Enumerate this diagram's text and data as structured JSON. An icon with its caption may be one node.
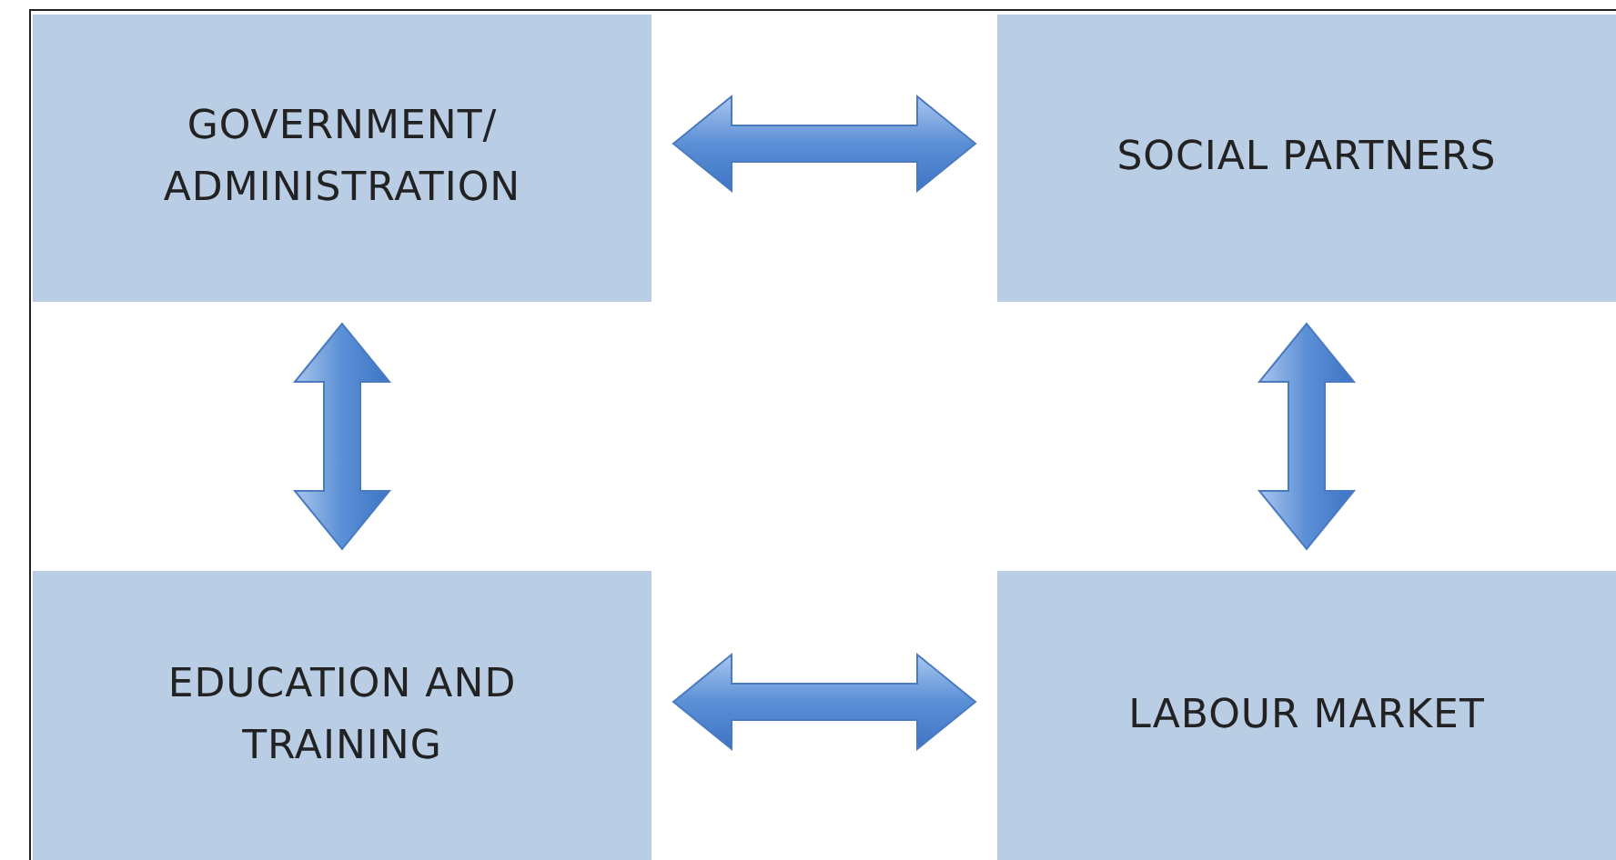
{
  "diagram": {
    "nodes": [
      {
        "text": [
          "GOVERNMENT/ ADMINISTRATION"
        ]
      },
      {
        "text": [
          "SOCIAL PARTNERS"
        ]
      },
      {
        "text": [
          "EDUCATION AND TRAINING"
        ]
      },
      {
        "text": [
          "LABOUR MARKET"
        ]
      }
    ],
    "edges": [
      {
        "from": 0,
        "to": 1,
        "arrow": "both"
      },
      {
        "from": 0,
        "to": 2,
        "arrow": "both"
      },
      {
        "from": 1,
        "to": 3,
        "arrow": "both"
      },
      {
        "from": 2,
        "to": 3,
        "arrow": "both"
      }
    ]
  }
}
